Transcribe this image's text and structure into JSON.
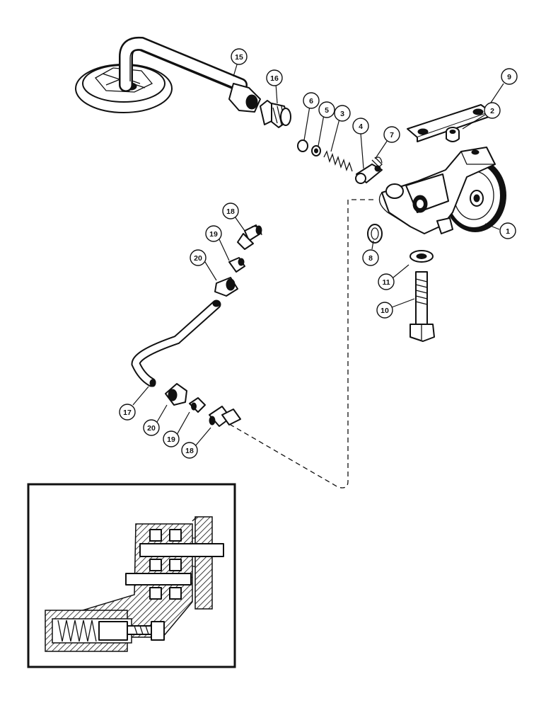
{
  "callouts": [
    {
      "id": "c15",
      "label": "15"
    },
    {
      "id": "c16",
      "label": "16"
    },
    {
      "id": "c9",
      "label": "9"
    },
    {
      "id": "c2",
      "label": "2"
    },
    {
      "id": "c6",
      "label": "6"
    },
    {
      "id": "c5",
      "label": "5"
    },
    {
      "id": "c3",
      "label": "3"
    },
    {
      "id": "c4",
      "label": "4"
    },
    {
      "id": "c7",
      "label": "7"
    },
    {
      "id": "c1",
      "label": "1"
    },
    {
      "id": "c8",
      "label": "8"
    },
    {
      "id": "c11",
      "label": "11"
    },
    {
      "id": "c10",
      "label": "10"
    },
    {
      "id": "c18a",
      "label": "18"
    },
    {
      "id": "c19a",
      "label": "19"
    },
    {
      "id": "c20a",
      "label": "20"
    },
    {
      "id": "c17",
      "label": "17"
    },
    {
      "id": "c20b",
      "label": "20"
    },
    {
      "id": "c19b",
      "label": "19"
    },
    {
      "id": "c18b",
      "label": "18"
    }
  ]
}
